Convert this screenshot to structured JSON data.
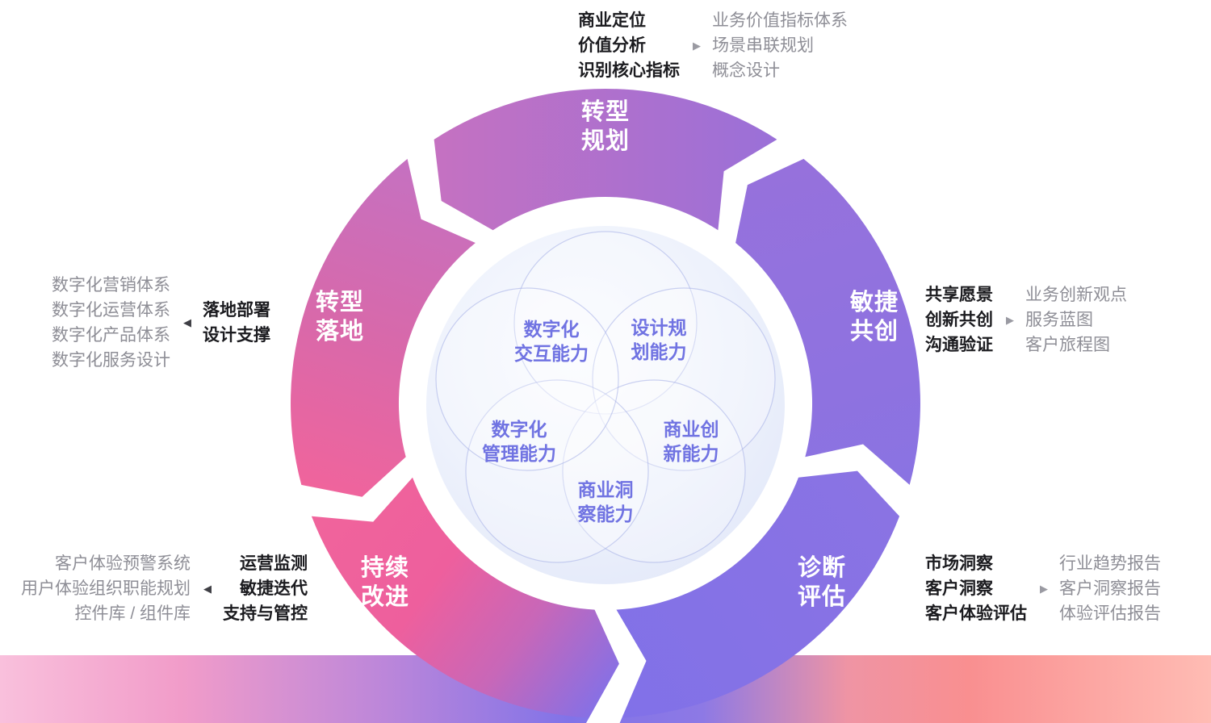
{
  "palette": {
    "ring_planning": [
      "#c571c1",
      "#9a70d8"
    ],
    "ring_agile": [
      "#9671dc",
      "#8a73e2"
    ],
    "ring_diagnosis": [
      "#8a73e3",
      "#8171e8"
    ],
    "ring_improve": [
      "#8670e5",
      "#f0649c"
    ],
    "ring_landing": [
      "#f0649c",
      "#c571c1"
    ],
    "capability_text": "#7073e2",
    "dark_text": "#1b1b1f",
    "muted_text": "#8e8e96",
    "bottom_bar": [
      "#f9c0dc",
      "#8173e8",
      "#f98f90",
      "#ffbcb4"
    ]
  },
  "ring": {
    "segments": [
      {
        "id": "planning",
        "line1": "转型",
        "line2": "规划"
      },
      {
        "id": "agile-cocreation",
        "line1": "敏捷",
        "line2": "共创"
      },
      {
        "id": "diagnosis",
        "line1": "诊断",
        "line2": "评估"
      },
      {
        "id": "continuous-improvement",
        "line1": "持续",
        "line2": "改进"
      },
      {
        "id": "landing",
        "line1": "转型",
        "line2": "落地"
      }
    ]
  },
  "capabilities": [
    {
      "line1": "数字化",
      "line2": "交互能力"
    },
    {
      "line1": "设计规",
      "line2": "划能力"
    },
    {
      "line1": "数字化",
      "line2": "管理能力"
    },
    {
      "line1": "商业创",
      "line2": "新能力"
    },
    {
      "line1": "商业洞",
      "line2": "察能力"
    }
  ],
  "annotations": {
    "planning": {
      "activities": [
        "商业定位",
        "价值分析",
        "识别核心指标"
      ],
      "arrow": "▶",
      "outputs": [
        "业务价值指标体系",
        "场景串联规划",
        "概念设计"
      ]
    },
    "agile": {
      "activities": [
        "共享愿景",
        "创新共创",
        "沟通验证"
      ],
      "arrow": "▶",
      "outputs": [
        "业务创新观点",
        "服务蓝图",
        "客户旅程图"
      ]
    },
    "diagnosis": {
      "activities": [
        "市场洞察",
        "客户洞察",
        "客户体验评估"
      ],
      "arrow": "▶",
      "outputs": [
        "行业趋势报告",
        "客户洞察报告",
        "体验评估报告"
      ]
    },
    "landing": {
      "outputs": [
        "数字化营销体系",
        "数字化运营体系",
        "数字化产品体系",
        "数字化服务设计"
      ],
      "arrow": "◀",
      "activities": [
        "落地部署",
        "设计支撑"
      ]
    },
    "improve": {
      "outputs": [
        "客户体验预警系统",
        "用户体验组织职能规划",
        "控件库 / 组件库"
      ],
      "arrow": "◀",
      "activities": [
        "运营监测",
        "敏捷迭代",
        "支持与管控"
      ]
    }
  }
}
